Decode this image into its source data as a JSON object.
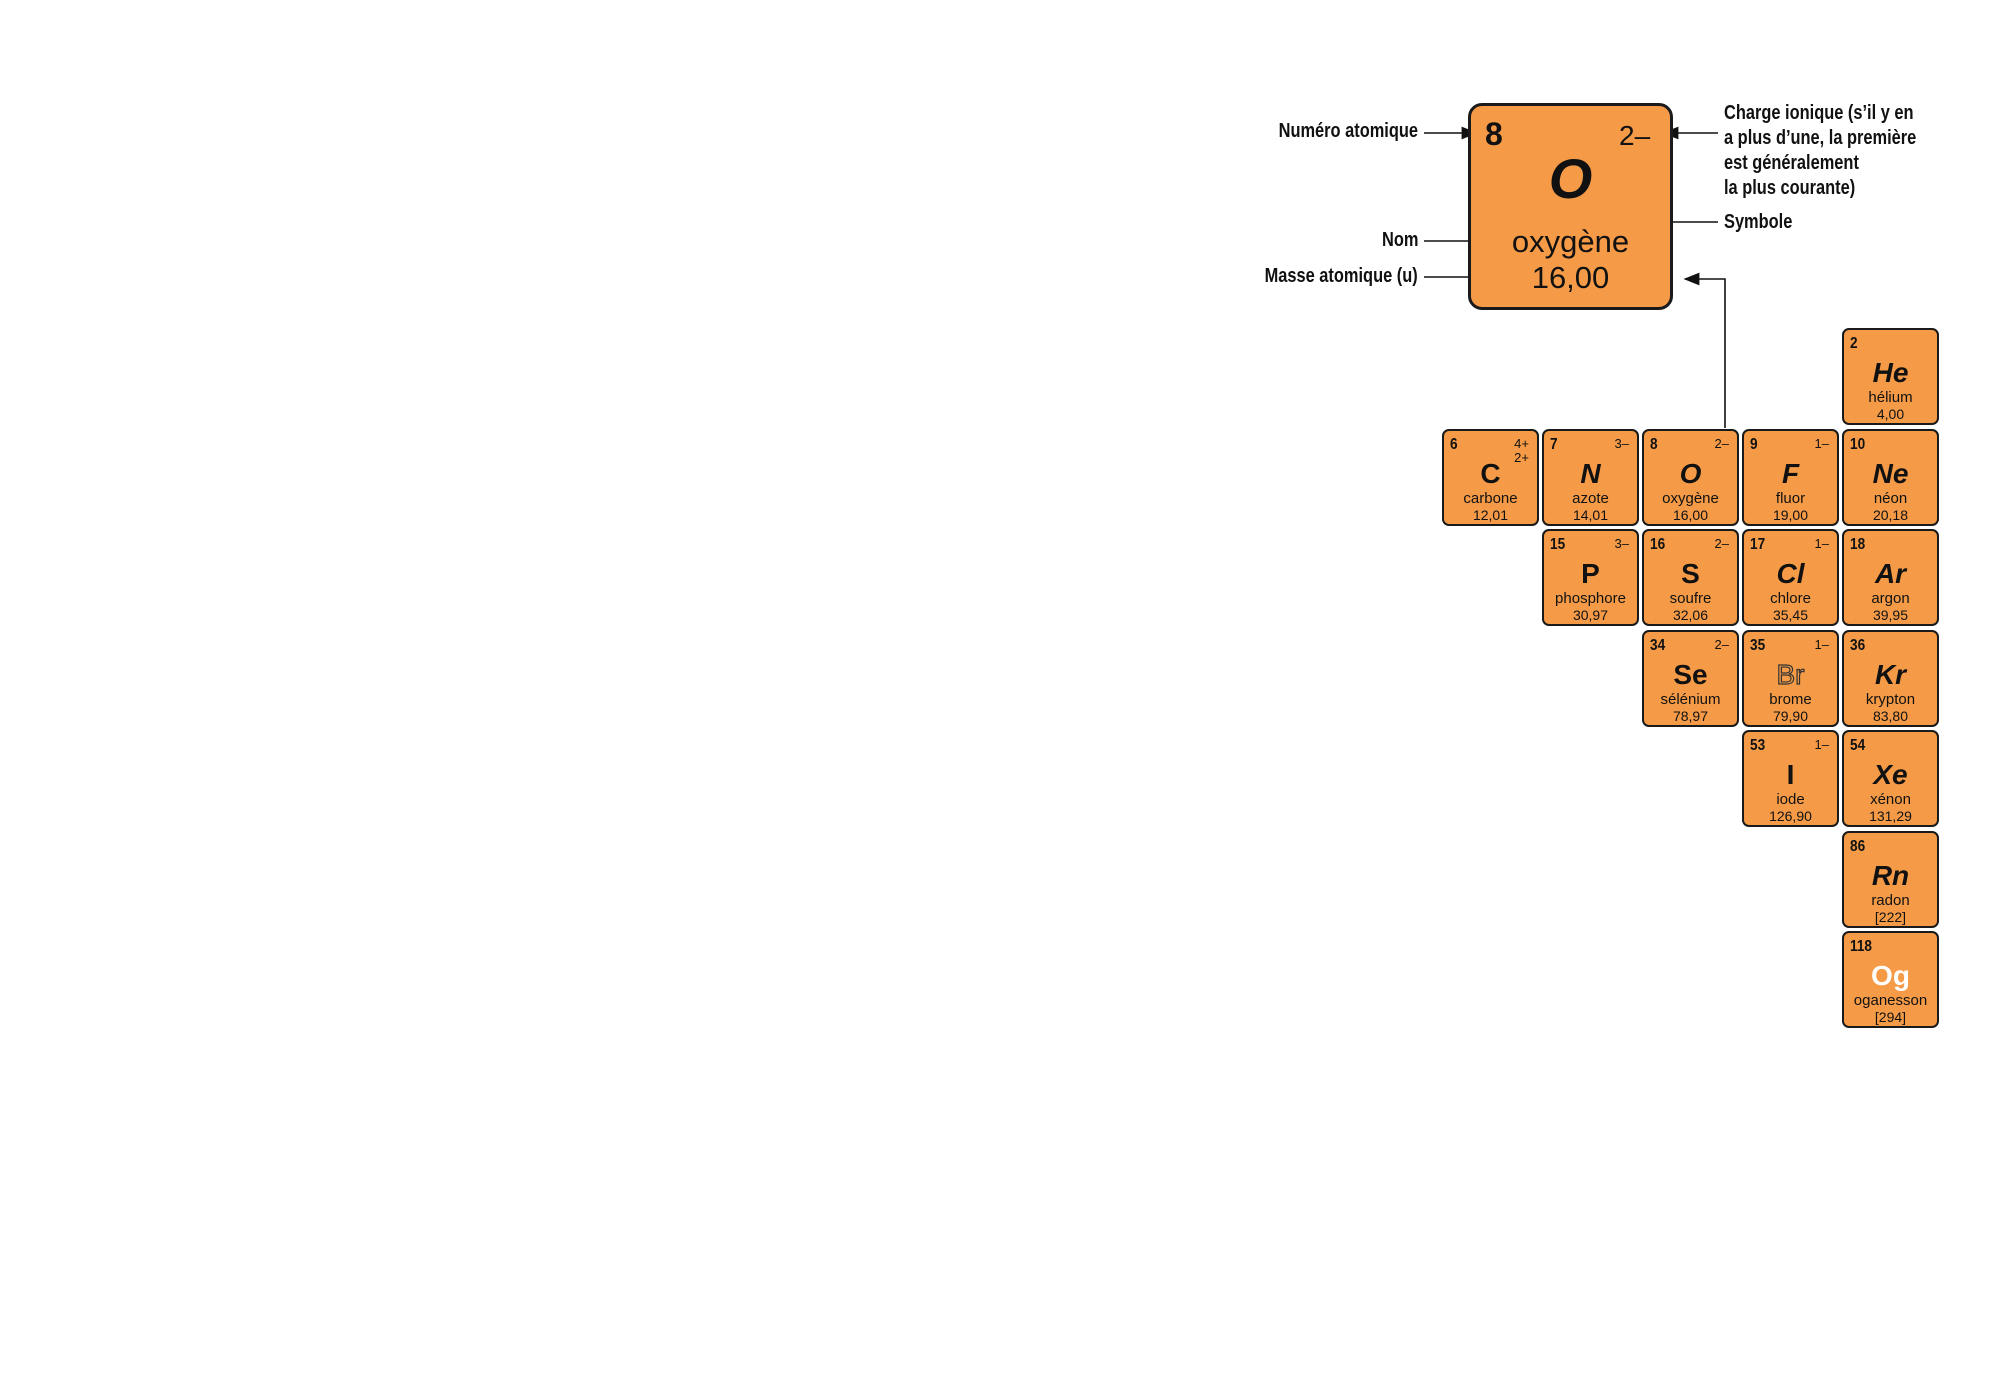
{
  "legend": {
    "number": "8",
    "charge": "2–",
    "symbol": "O",
    "name": "oxygène",
    "mass": "16,00",
    "labels": {
      "atomic_number": "Numéro atomique",
      "name": "Nom",
      "atomic_mass": "Masse atomique (u)",
      "charge": [
        "Charge ionique (s’il y en",
        "a plus d’une, la première",
        "est généralement",
        "la plus courante)"
      ],
      "symbol": "Symbole"
    }
  },
  "colors": {
    "cell": "#F59B47",
    "border": "#1a1a1a"
  },
  "elements": [
    {
      "number": "2",
      "symbol": "He",
      "name": "hélium",
      "mass": "4,00",
      "charge": "",
      "style": "gas"
    },
    {
      "number": "6",
      "symbol": "C",
      "name": "carbone",
      "mass": "12,01",
      "charge": "4+\n2+",
      "style": "solid"
    },
    {
      "number": "7",
      "symbol": "N",
      "name": "azote",
      "mass": "14,01",
      "charge": "3–",
      "style": "gas"
    },
    {
      "number": "8",
      "symbol": "O",
      "name": "oxygène",
      "mass": "16,00",
      "charge": "2–",
      "style": "gas"
    },
    {
      "number": "9",
      "symbol": "F",
      "name": "fluor",
      "mass": "19,00",
      "charge": "1–",
      "style": "gas"
    },
    {
      "number": "10",
      "symbol": "Ne",
      "name": "néon",
      "mass": "20,18",
      "charge": "",
      "style": "gas"
    },
    {
      "number": "15",
      "symbol": "P",
      "name": "phosphore",
      "mass": "30,97",
      "charge": "3–",
      "style": "solid"
    },
    {
      "number": "16",
      "symbol": "S",
      "name": "soufre",
      "mass": "32,06",
      "charge": "2–",
      "style": "solid"
    },
    {
      "number": "17",
      "symbol": "Cl",
      "name": "chlore",
      "mass": "35,45",
      "charge": "1–",
      "style": "gas"
    },
    {
      "number": "18",
      "symbol": "Ar",
      "name": "argon",
      "mass": "39,95",
      "charge": "",
      "style": "gas"
    },
    {
      "number": "34",
      "symbol": "Se",
      "name": "sélénium",
      "mass": "78,97",
      "charge": "2–",
      "style": "solid"
    },
    {
      "number": "35",
      "symbol": "Br",
      "name": "brome",
      "mass": "79,90",
      "charge": "1–",
      "style": "liquid"
    },
    {
      "number": "36",
      "symbol": "Kr",
      "name": "krypton",
      "mass": "83,80",
      "charge": "",
      "style": "gas"
    },
    {
      "number": "53",
      "symbol": "I",
      "name": "iode",
      "mass": "126,90",
      "charge": "1–",
      "style": "solid"
    },
    {
      "number": "54",
      "symbol": "Xe",
      "name": "xénon",
      "mass": "131,29",
      "charge": "",
      "style": "gas"
    },
    {
      "number": "86",
      "symbol": "Rn",
      "name": "radon",
      "mass": "[222]",
      "charge": "",
      "style": "gas"
    },
    {
      "number": "118",
      "symbol": "Og",
      "name": "oganesson",
      "mass": "[294]",
      "charge": "",
      "style": "synthetic"
    }
  ]
}
